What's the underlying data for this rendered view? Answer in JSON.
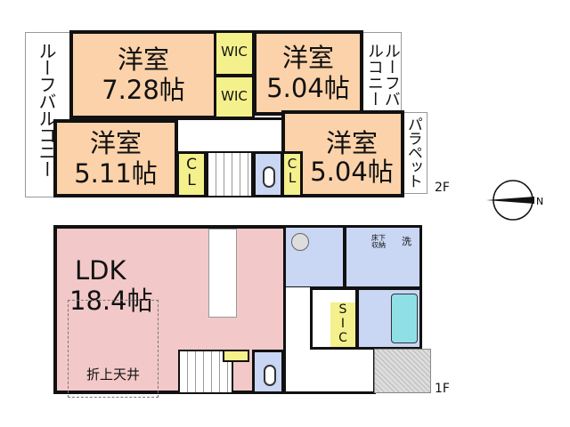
{
  "floor2": {
    "label": "2F",
    "rooms": [
      {
        "name": "洋室",
        "size": "7.28帖"
      },
      {
        "name": "洋室",
        "size": "5.04帖"
      },
      {
        "name": "洋室",
        "size": "5.11帖"
      },
      {
        "name": "洋室",
        "size": "5.04帖"
      }
    ],
    "wic": [
      "WIC",
      "WIC"
    ],
    "closets": [
      "C\nL",
      "C\nL"
    ],
    "roof_balcony_left": "ルーフバルコニー",
    "roof_balcony_right": "ルーフバルコニー",
    "parapet": "パラペット"
  },
  "floor1": {
    "label": "1F",
    "ldk": {
      "name": "LDK",
      "size": "18.4帖"
    },
    "ceiling": "折上天井",
    "underfloor": "床下\n収納",
    "laundry": "洗",
    "sic": "S\nI\nC"
  },
  "compass": {
    "north": "N"
  },
  "colors": {
    "western": "#fbd2a9",
    "ldk": "#f2c8c8",
    "storage": "#f4f08c",
    "wet": "#c9d6f4",
    "bath": "#8fe0e6"
  }
}
